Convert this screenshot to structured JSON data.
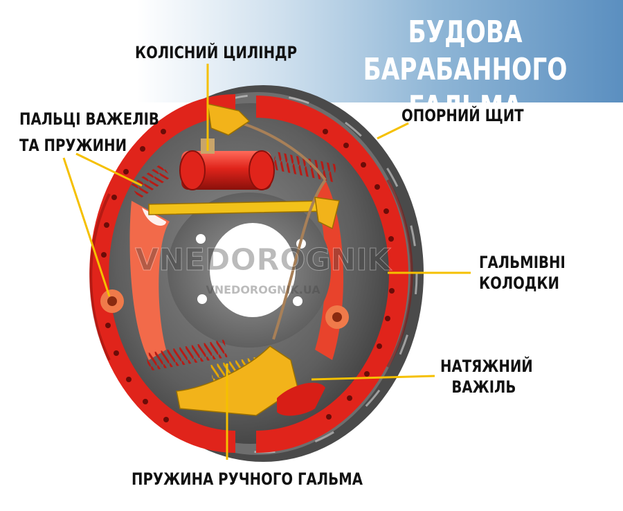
{
  "title": {
    "line1": "БУДОВА БАРАБАННОГО",
    "line2": "ГАЛЬМА"
  },
  "labels": {
    "wheel_cylinder": "КОЛІСНИЙ ЦИЛІНДР",
    "lever_pins_line1": "ПАЛЬЦІ ВАЖЕЛІВ",
    "lever_pins_line2": "ТА ПРУЖИНИ",
    "backing_plate": "ОПОРНИЙ ЩИТ",
    "brake_shoes_line1": "ГАЛЬМІВНІ",
    "brake_shoes_line2": "КОЛОДКИ",
    "tension_lever_line1": "НАТЯЖНИЙ",
    "tension_lever_line2": "ВАЖІЛЬ",
    "handbrake_spring": "ПРУЖИНА РУЧНОГО ГАЛЬМА"
  },
  "watermark": {
    "logo": "VNEDOROGNIK",
    "site": "VNEDOROGNIK.UA"
  },
  "colors": {
    "banner_end": "#5b8fc0",
    "shoe_red": "#e0241b",
    "spring_red": "#c8201a",
    "lever_yellow": "#f2b31a",
    "backing_gray": "#6a6a6a",
    "leader_yellow": "#f5c000"
  }
}
